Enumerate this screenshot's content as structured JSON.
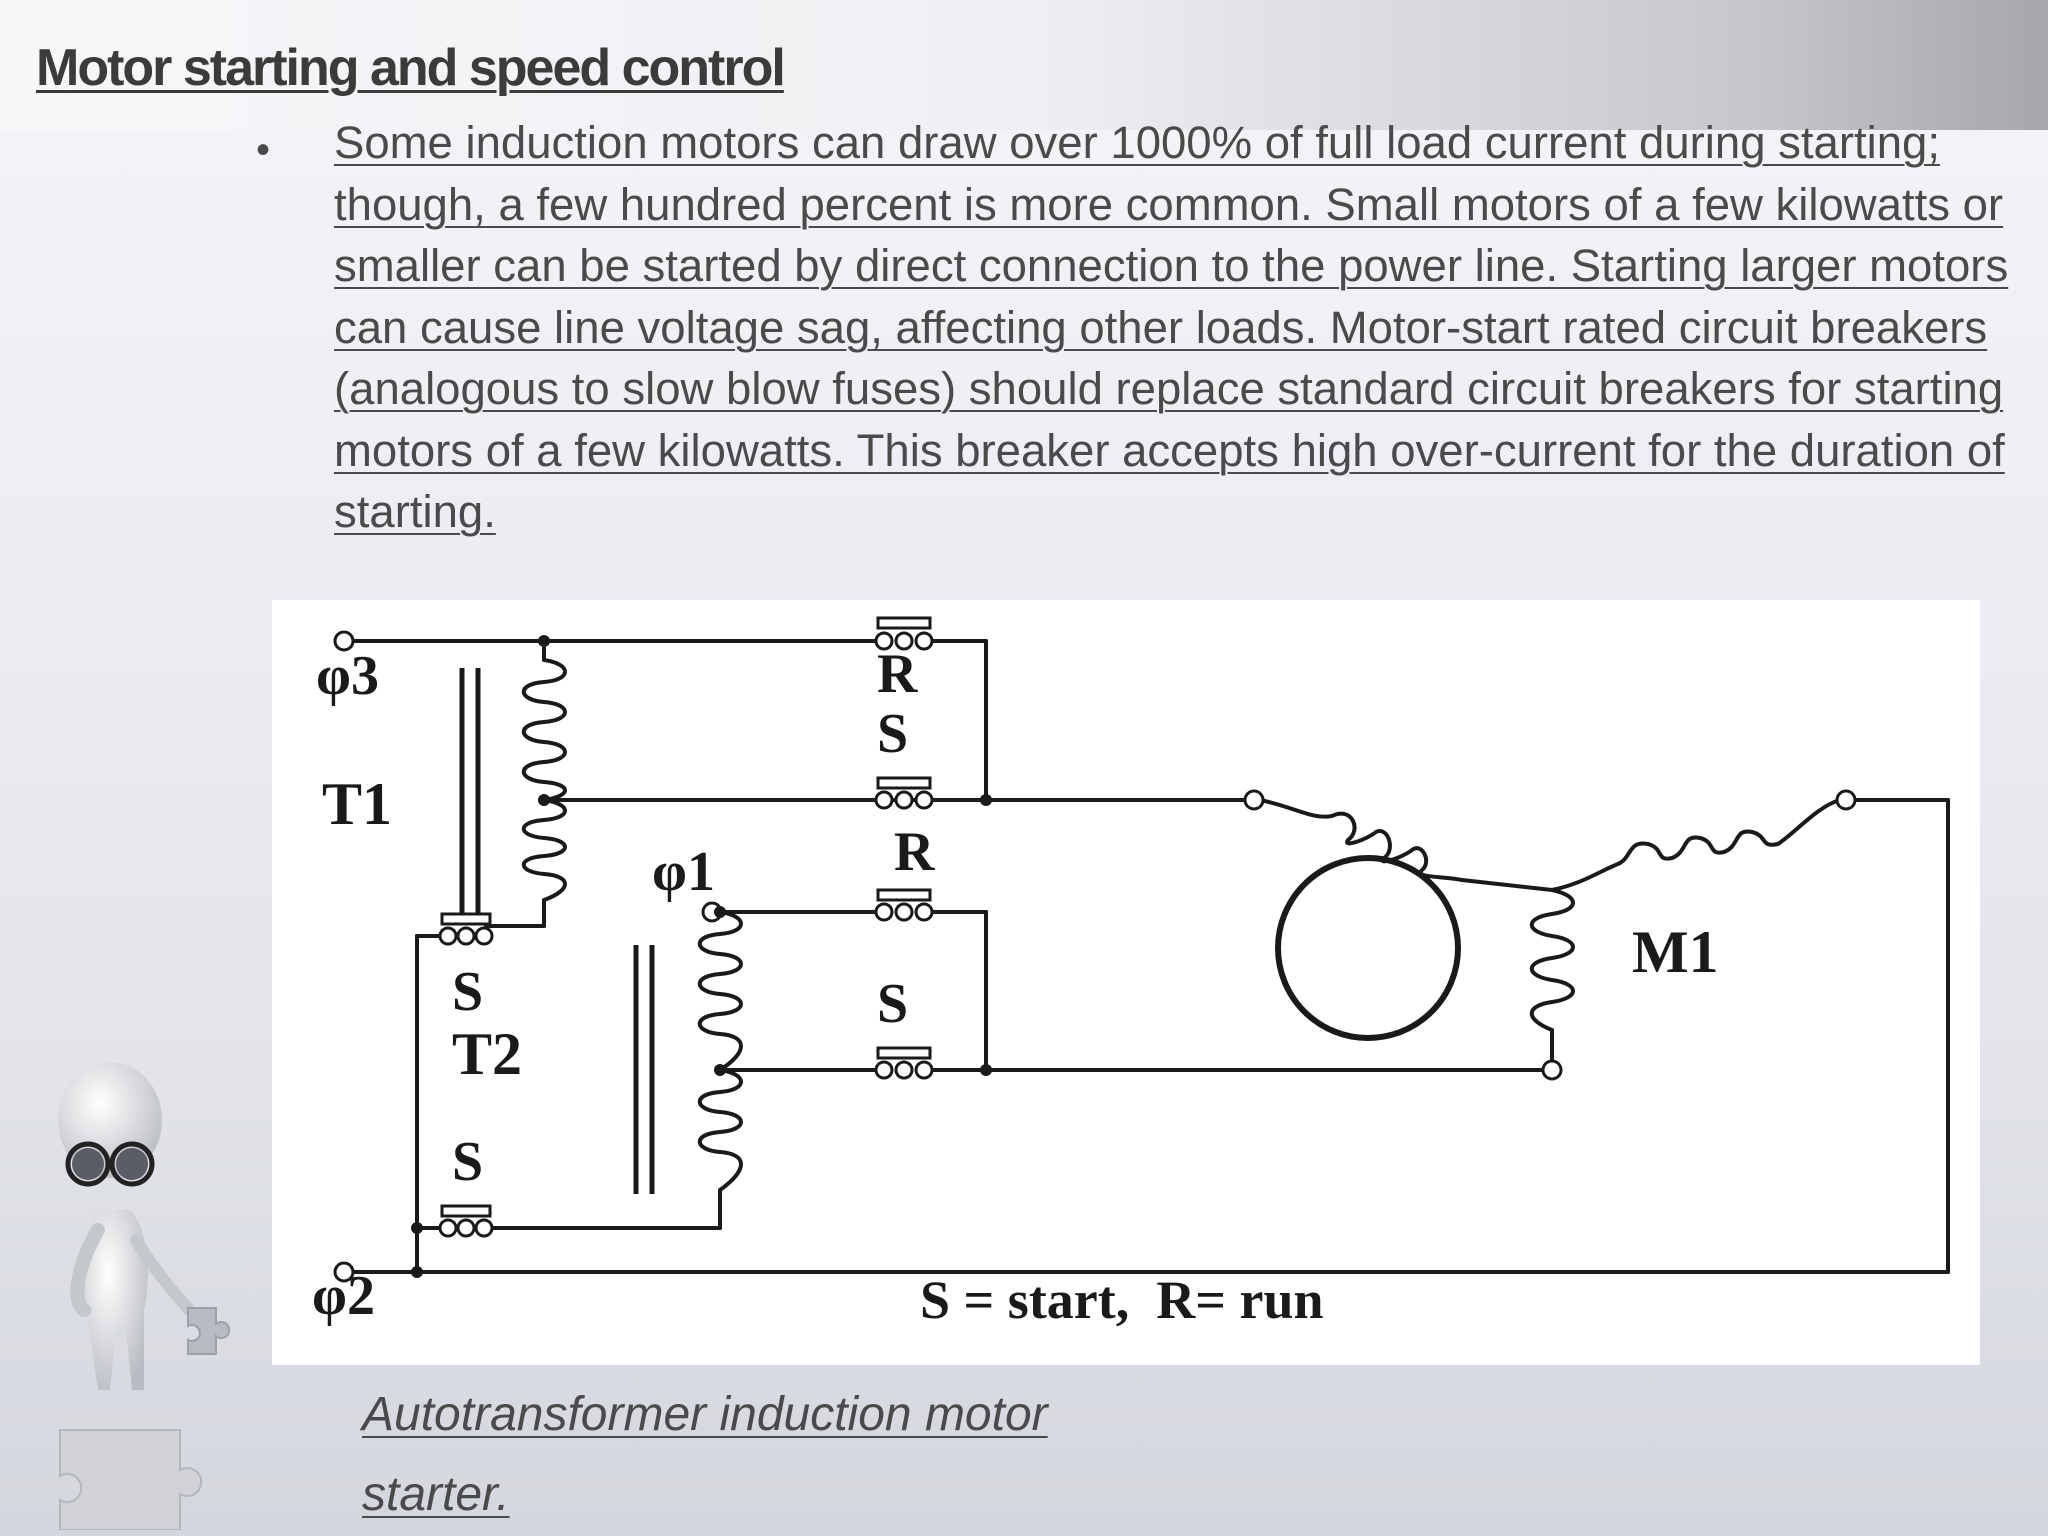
{
  "slide": {
    "title": "Motor starting and speed control",
    "bullet_marker": "•",
    "body_text": "Some induction motors can draw over 1000% of full load current during starting; though, a few hundred percent is more common. Small motors of a few kilowatts or smaller can be started by direct connection to the power line. Starting larger motors can cause line voltage sag, affecting other loads. Motor-start rated circuit breakers (analogous to slow blow fuses) should replace standard circuit breakers for starting motors of a few kilowatts. This breaker accepts high over-current for the duration of starting.",
    "caption_line1": "Autotransformer induction motor",
    "caption_line2": "starter."
  },
  "diagram": {
    "labels": {
      "phase3": "φ3",
      "phase1": "φ1",
      "phase2": "φ2",
      "transformer1": "T1",
      "transformer2": "T2",
      "motor": "M1",
      "contact_r_top": "R",
      "contact_s_top": "S",
      "contact_r_mid": "R",
      "contact_s_mid": "S",
      "contact_s_t1": "S",
      "contact_s_t2": "S",
      "legend": "S = start,  R= run"
    }
  },
  "colors": {
    "text": "#4a4a4a",
    "title": "#3b3b3b",
    "wire": "#1a1a1a"
  },
  "icons": [
    "thinking-figure-illustration",
    "puzzle-piece-icon"
  ]
}
